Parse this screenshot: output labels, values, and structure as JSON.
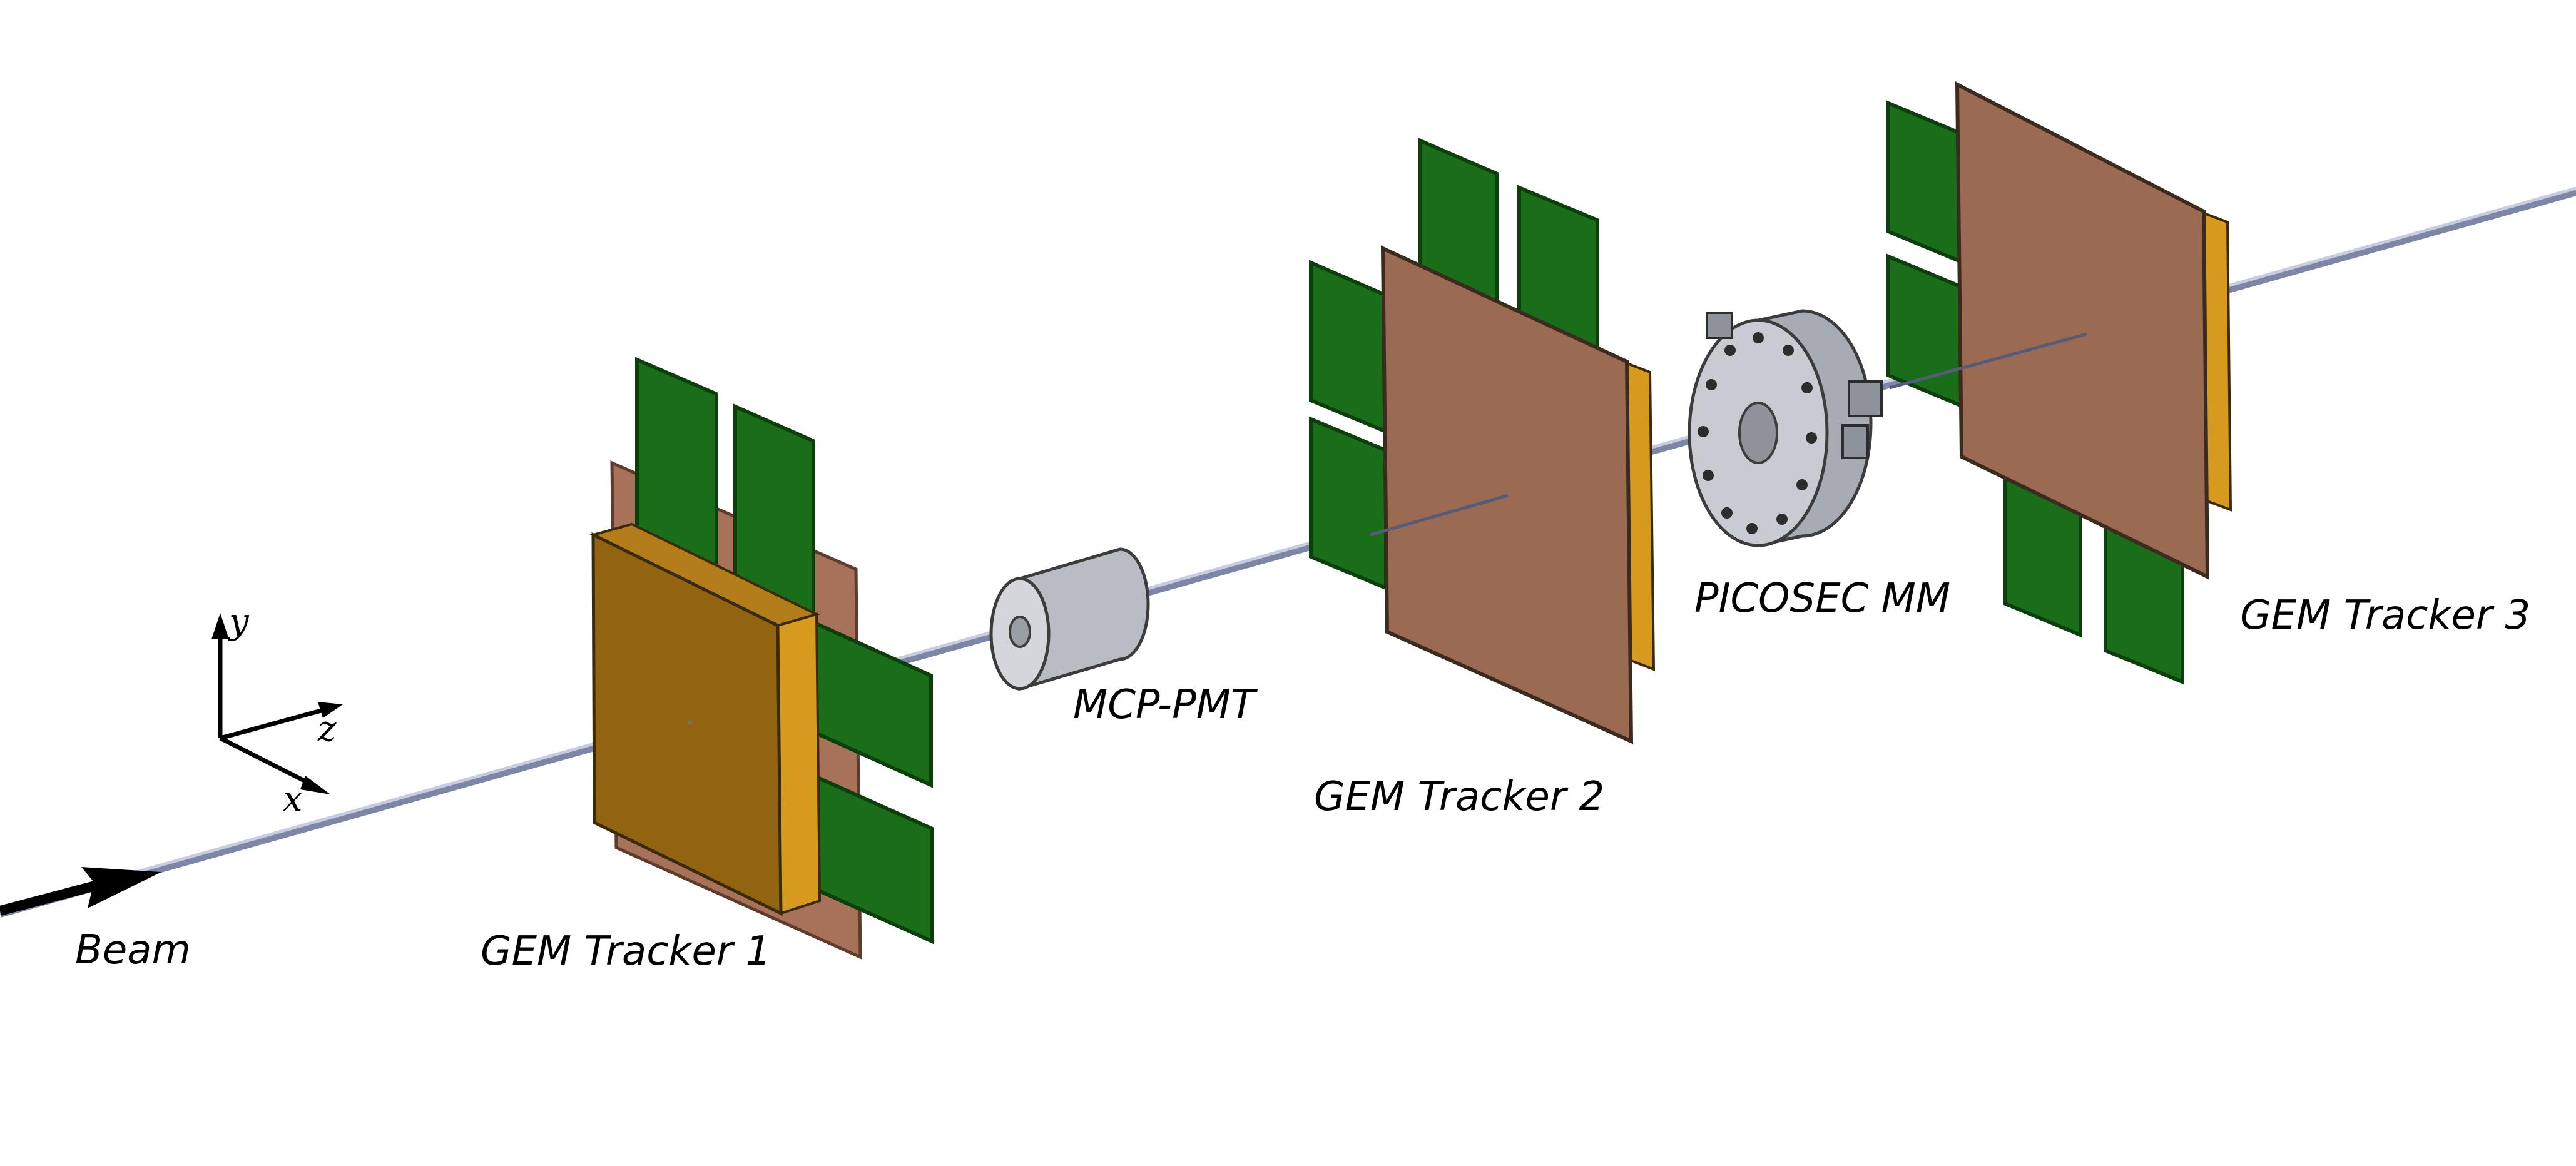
{
  "labels": {
    "beam": "Beam",
    "gem1": "GEM Tracker 1",
    "mcp": "MCP-PMT",
    "gem2": "GEM Tracker 2",
    "picosec": "PICOSEC MM",
    "gem3": "GEM Tracker 3"
  },
  "axes": {
    "x": "x",
    "y": "y",
    "z": "z"
  },
  "colors": {
    "board_green": "#1a6e1a",
    "board_green_edge": "#0d3f0d",
    "copper": "#9a6a52",
    "copper_edge": "#5e3c2c",
    "gold_front": "#9a6a12",
    "gold_side": "#d69a1e",
    "beam_line": "#9aa2bd",
    "metal": "#c8cbd2",
    "metal_dark": "#8e929a"
  }
}
